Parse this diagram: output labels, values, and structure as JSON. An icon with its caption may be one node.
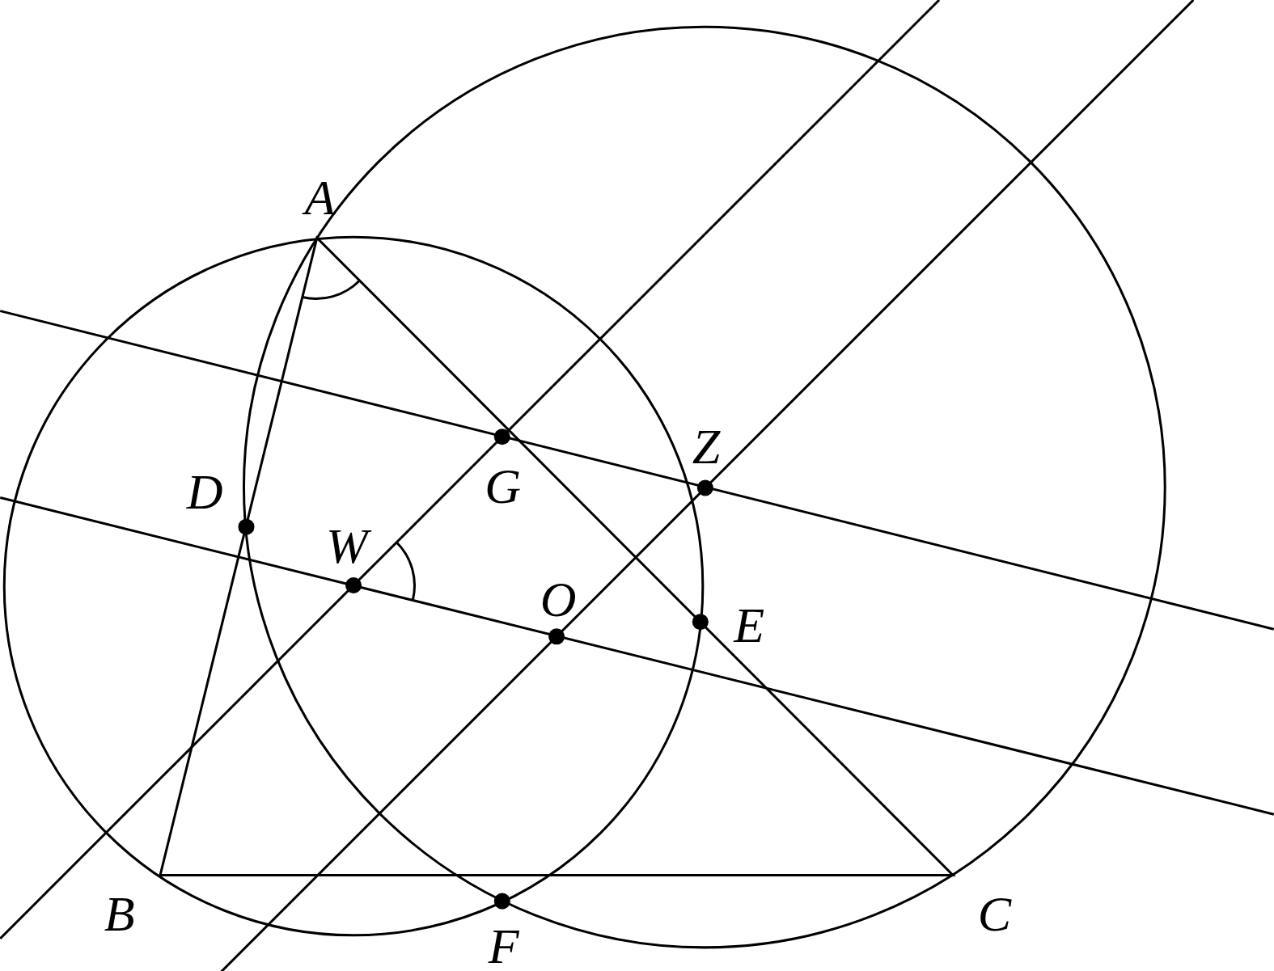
{
  "diagram": {
    "labels": [
      "A",
      "Z",
      "D",
      "G",
      "W",
      "O",
      "E",
      "B",
      "F",
      "C"
    ]
  }
}
